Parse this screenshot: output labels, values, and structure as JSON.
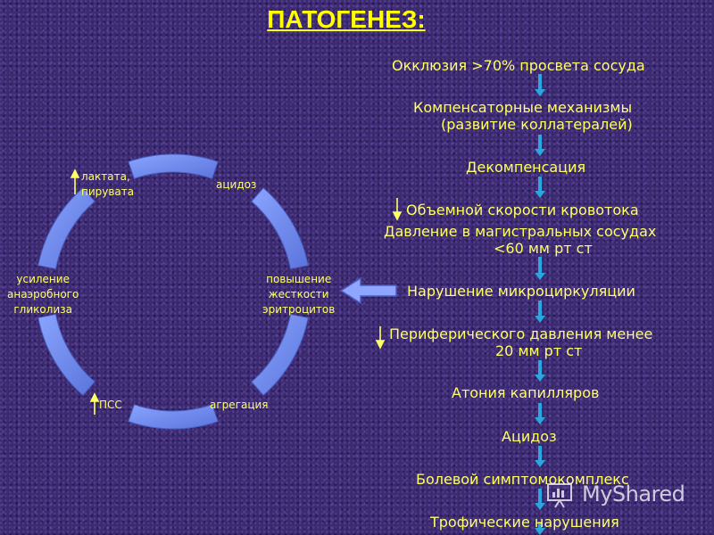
{
  "title": "ПАТОГЕНЕЗ:",
  "flow": [
    "Окклюзия >70% просвета сосуда",
    "Компенсаторные механизмы",
    "(развитие коллатералей)",
    "Декомпенсация",
    "Объемной скорости кровотока",
    "Давление в магистральных сосудах",
    "<60 мм рт ст",
    "Нарушение микроциркуляции",
    "Периферического давления менее",
    "20 мм рт ст",
    "Атония капилляров",
    "Ацидоз",
    "Болевой симптомокомплекс",
    "Трофические нарушения"
  ],
  "cycle": {
    "acidosis": "ацидоз",
    "rigidity": [
      "повышение",
      "жесткости",
      "эритроцитов"
    ],
    "aggregation": "агрегация",
    "pss": "ПСС",
    "glycolysis": [
      "усиление",
      "анаэробного",
      "гликолиза"
    ],
    "lactate": [
      "лактата,",
      "пирувата"
    ]
  },
  "watermark": "MyShared",
  "colors": {
    "background": "#3b2a6e",
    "title": "#ffff00",
    "text": "#ffff66",
    "cycle_fill": "#6e8cf0",
    "connector": "#2aa6e0"
  }
}
